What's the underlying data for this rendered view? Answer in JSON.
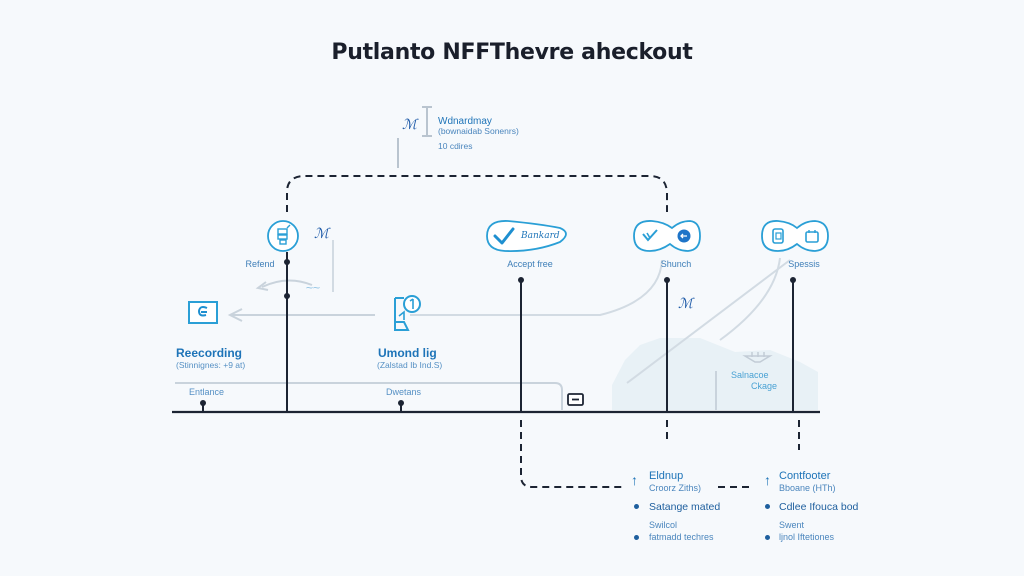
{
  "title": "Putlanto NFFThevre aheckout",
  "colors": {
    "accent": "#2a9fd6",
    "line_dark": "#1c2433",
    "text_blue": "#1e74b8",
    "muted_line": "#c9d3dc",
    "background": "#f6f9fc"
  },
  "top_note": {
    "heading": "Wdnardmay",
    "subtitle": "(bownaidab Sonenrs)",
    "count": "10 cdires",
    "icon": "scribble-icon"
  },
  "nodes": [
    {
      "id": "refend",
      "label": "Refend",
      "icon": "cart-icon"
    },
    {
      "id": "accept",
      "label": "Accept free",
      "badge": "Bankard",
      "icon": "check-icon"
    },
    {
      "id": "shunch",
      "label": "Shunch",
      "icon": "check-icon",
      "icon2": "back-arrow-icon"
    },
    {
      "id": "spesis",
      "label": "Spessis",
      "icon": "document-icon",
      "icon2": "calendar-icon"
    }
  ],
  "stages": [
    {
      "id": "recording",
      "heading": "Reecording",
      "subtitle": "(Stinnignes: +9 at)",
      "icon": "refresh-icon"
    },
    {
      "id": "umond",
      "heading": "Umond lig",
      "subtitle": "(Zalstad Ib Ind.S)",
      "icon": "document-coin-icon"
    }
  ],
  "timeline_labels": [
    "Entlance",
    "Dwetans"
  ],
  "area_label": {
    "line1": "Salnacoe",
    "line2": "Ckage"
  },
  "legend": [
    {
      "heading": "Eldnup",
      "subtitle": "Croorz Ziths)",
      "icon": "arrow-up-icon",
      "items": [
        "Satange mated",
        "Swilcol",
        "fatmadd techres"
      ]
    },
    {
      "heading": "Contfooter",
      "subtitle": "Bboane (HTh)",
      "icon": "arrow-up-icon",
      "items": [
        "Cdlee Ifouca bod",
        "Swent",
        "ljnol Iftetiones"
      ]
    }
  ]
}
